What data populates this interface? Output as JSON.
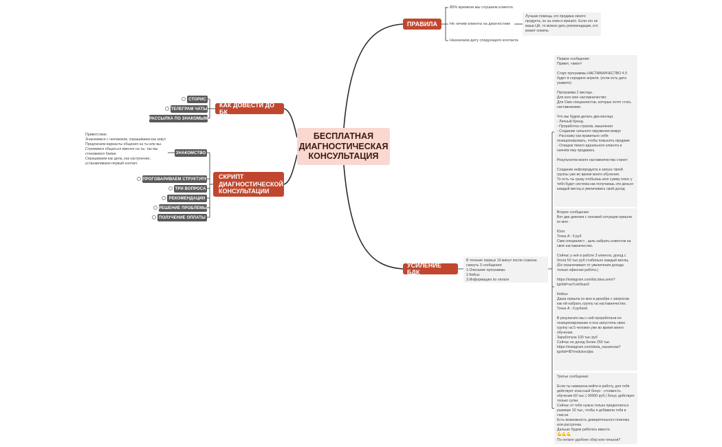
{
  "central": "БЕСПЛАТНАЯ ДИАГНОСТИЧЕСКАЯ КОНСУЛЬТАЦИЯ",
  "topics": {
    "rules": {
      "label": "ПРАВИЛА",
      "items": [
        "80% времени мы слушаем клиента",
        "Не лечим клиента на диагностике",
        "Назначаем дату следующего контакта"
      ],
      "note": "Лучшая помощь это продажа своего продукта, он за этим и пришёл. Если это не ваша ЦА, то можно дать рекомендации, кто может помочь"
    },
    "bk": {
      "label": "КАК ДОВЕСТИ ДО БК",
      "items": [
        "СТОРИС",
        "ТЕЛЕГРАМ ЧАТЫ",
        "РАССЫЛКА ПО ЗНАКОМЫМ"
      ]
    },
    "script": {
      "label": "СКРИПТ ДИАГНОСТИЧЕСКОЙ КОНСУЛЬТАЦИИ",
      "items": [
        "ЗНАКОМСТВО",
        "ПРОГОВАРИВАЕМ СТРУКТУРУ",
        "ТРИ ВОПРОСА",
        "РЕКОМЕНДАЦИИ",
        "РЕШЕНИЕ ПРОБЛЕМЫ",
        "ПОЛУЧЕНИЕ ОПЛАТЫ"
      ],
      "note": "Приветствие.\nЗнакомимся с человеком, спрашиваем как зовут.\nПредлагаем варианты общения на ты или вы. Стремимся общаться именно на ты, так мы становимся ближе.\nСпрашиваем как дела, как настроение, устанавливаем первый контакт."
    },
    "boost": {
      "label": "УСИЛЕНИЕ БДК",
      "summary": "В течение первых 10 минут после созвона скинуть 3 сообщения:\n1.Описание программы\n2.Кейсы\n3.Информацию по оплате",
      "msg1": "Первое сообщение:\nПривет, <имя>!\n\nСтарт программы НАСТАВНИЧЕСТВО 4.0 будет в середине апреля. (если есть дата укажите)\n\nПрограмма 2 месяца.\nДля кого мое наставничество:\nДля Смм специалистов, которые хотят стать наставниками.\n\nЧто мы будем делать два месяца:\n- Личный бренд.\n- Проработка страхов, мышления\n- Создание сильного окружения вокруг\n- Расскажу как правильно себя позиционировать, чтобы повысить продажи\n- Отищем твоего идеального клиента и начнём ему продавать\n\nРезультатом моего наставничества станет:\n\nСоздание инфопродукта и запуск твоей группы уже во время моего обучения.\nТо есть ты сразу отобьёшь всю сумму плюс у тебя будет система как получаешь эти деньги каждый месяц и увеличивать свой доход",
      "msg2": "Второе сообщение:\nВот две девочки с похожей ситуации пришли ко мне :\n\nЮля:\nТочка А : 0 руб\nСмм специалист , цель набрать клиентов на своё наставничество.\n\nСейчас у неё в работе 3 клиента, доход с блога 50 тыс руб стабильно каждый месяц. (Ее ограничивает от увеличения дохода только офисная работа.)\n\nhttps://instagram.com/biz.idea.smm?igshid=va7cok9saz9\n\nКейсы:\nДаша пришла ко мне в декабре с запросом как ей набрать группу на наставничество.\nТочка А : 0 рублей\n\nВ результате мы с ней проработали ее позиционирование и она запустила свою группу на 5 человек уже во время моего обучения.\nЗаработала 100 тыс руб\nСейчас ее доход более 250 тыс\nhttps://instagram.com/daria_nazarovaa?igshid=l87mvdukvcqba",
      "msg3": "Третье сообщение:\n\nЕсли ты намерена войти в работу, для тебя действует классный бонус : стоимость обучения 60 тыс (-30000 руб.) бонус действует только сутки.\nСейчас от тебя нужна только предоплата в размере 10 тыс, чтобы я добавила тебя в список.\nЕсть возможность доверительного платежа или рассрочка.\nДальше будем работать вместе",
      "msg3_emoji": "💪💪💪",
      "msg3_tail": "По оплате удобнее сбер или тиньков?"
    }
  }
}
